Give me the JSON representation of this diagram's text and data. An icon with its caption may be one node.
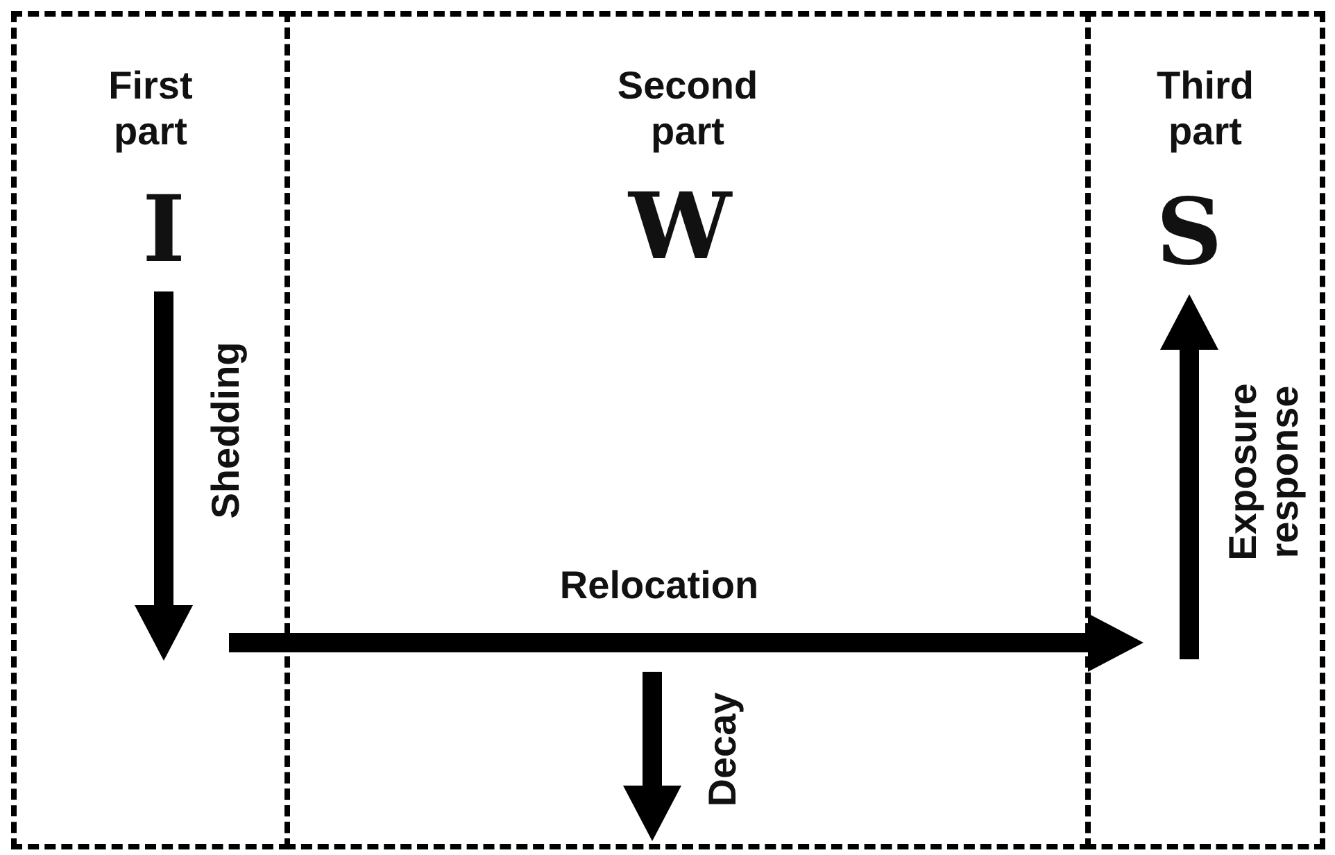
{
  "diagram": {
    "nodes": [
      {
        "text": [
          "First part"
        ]
      },
      {
        "text": [
          "Second part"
        ]
      },
      {
        "text": [
          "Third part"
        ]
      },
      {
        "text": [
          "I"
        ],
        "in": 0
      },
      {
        "text": [
          "W"
        ],
        "in": 1
      },
      {
        "text": [
          "S"
        ],
        "in": 2
      }
    ],
    "edges": [
      {
        "from": 3,
        "to": null,
        "arrow": "to",
        "label": "Shedding"
      },
      {
        "from": 0,
        "to": 2,
        "arrow": "to",
        "label": "Relocation"
      },
      {
        "from": null,
        "to": 1,
        "arrow": "to",
        "label": "Decay"
      },
      {
        "from": null,
        "to": 5,
        "arrow": "to",
        "label": "Exposure response"
      }
    ]
  }
}
